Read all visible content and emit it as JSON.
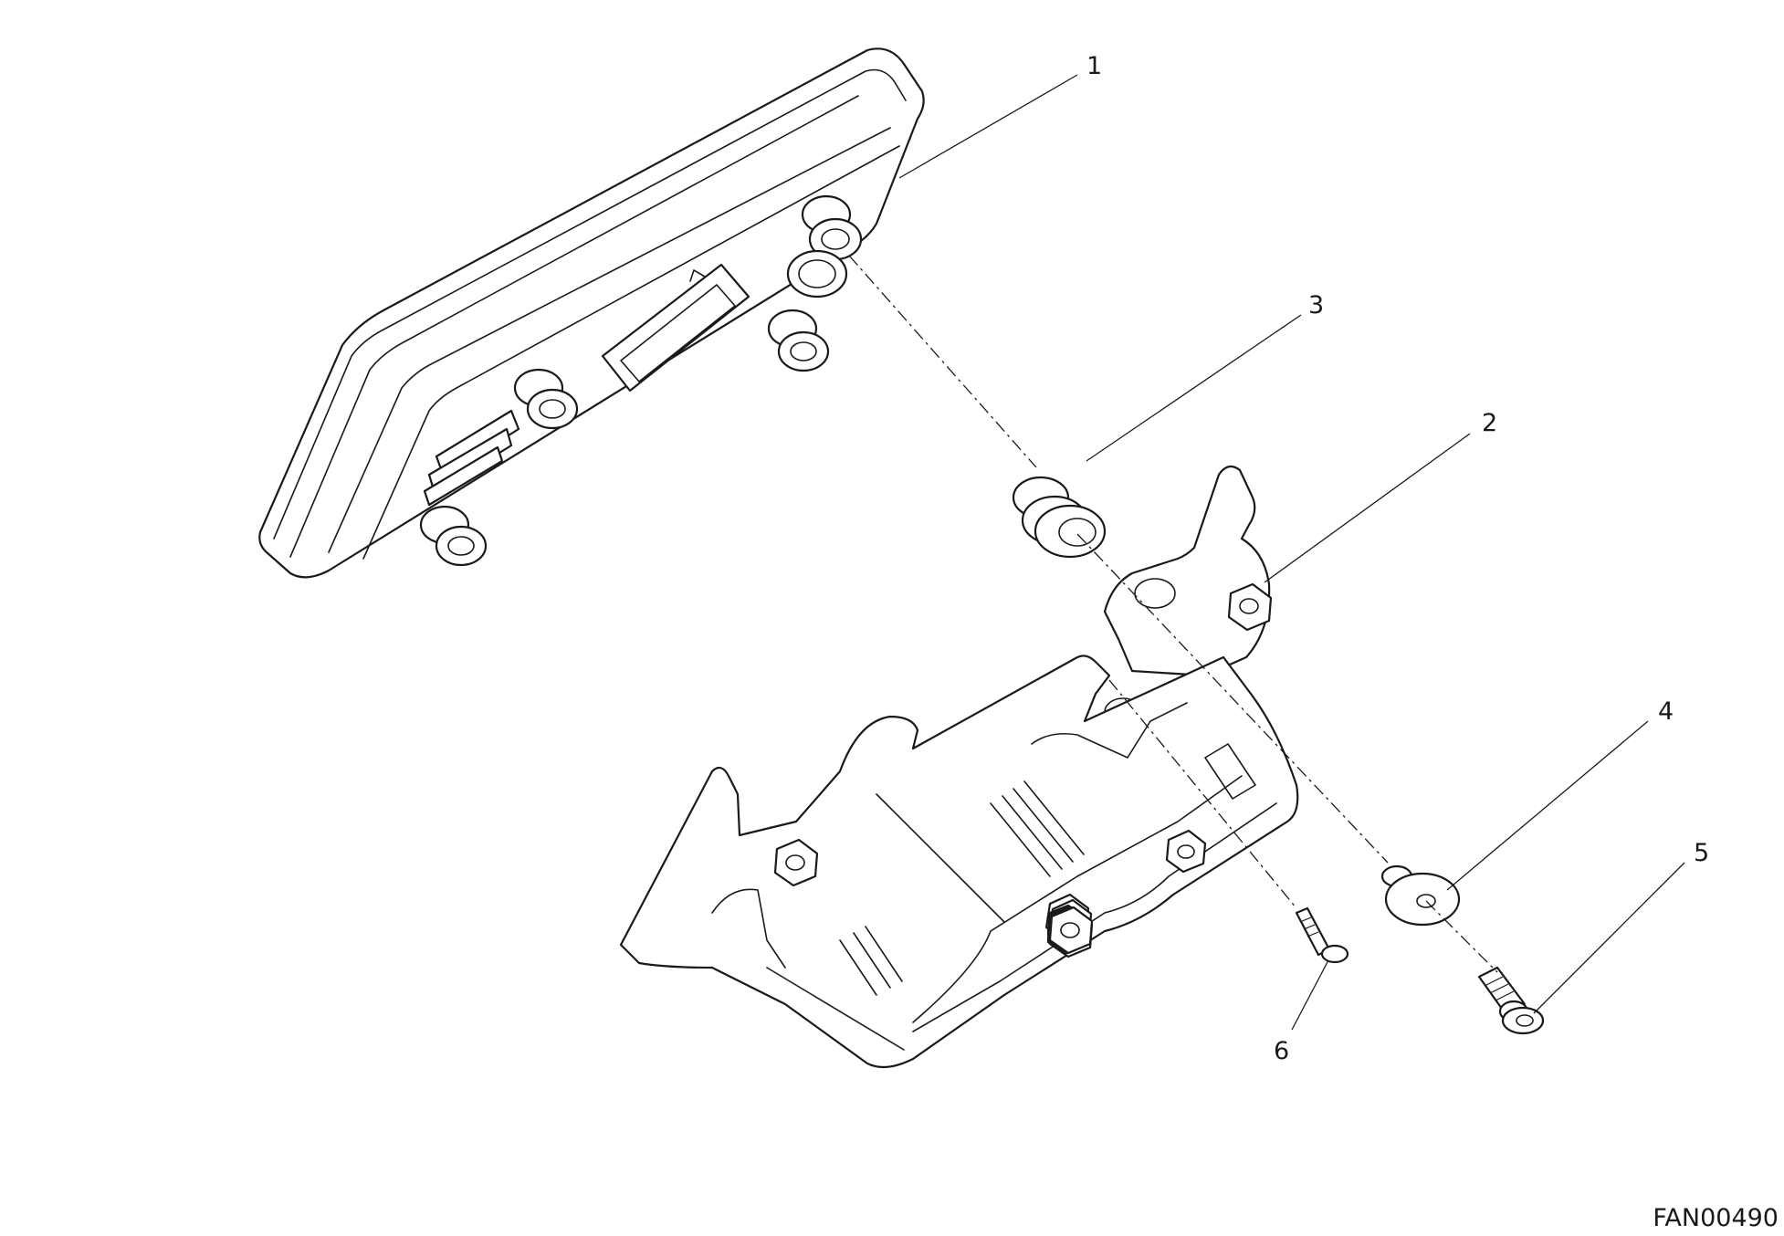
{
  "callouts": {
    "c1": "1",
    "c2": "2",
    "c3": "3",
    "c4": "4",
    "c5": "5",
    "c6": "6"
  },
  "figure_code": "FAN00490",
  "colors": {
    "line": "#1a1a1a",
    "background": "#ffffff"
  }
}
